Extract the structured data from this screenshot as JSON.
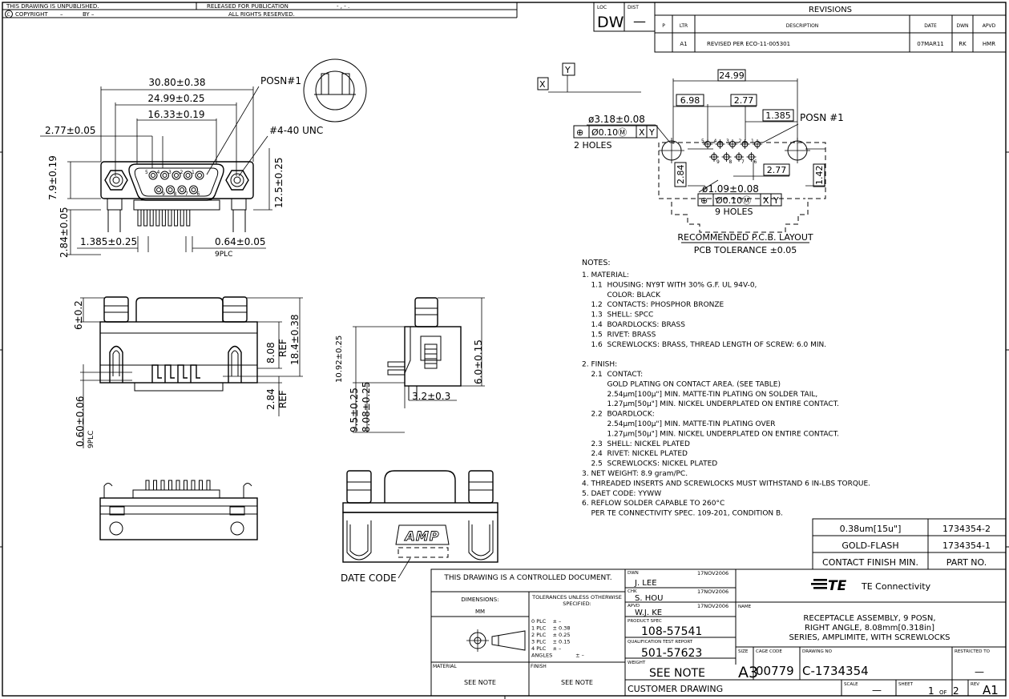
{
  "header": {
    "unpublished": "THIS DRAWING IS UNPUBLISHED.",
    "released": "RELEASED FOR PUBLICATION",
    "released_date": "- , -   .",
    "copyright": "COPYRIGHT",
    "copyright_dash": "–",
    "by": "BY –",
    "rights": "ALL RIGHTS RESERVED.",
    "loc_label": "LOC",
    "loc_value": "DW",
    "dist_label": "DIST",
    "dist_value": "—"
  },
  "revisions": {
    "title": "REVISIONS",
    "headers": {
      "p": "P",
      "ltr": "LTR",
      "desc": "DESCRIPTION",
      "date": "DATE",
      "dwn": "DWN",
      "apvd": "APVD"
    },
    "row": {
      "ltr": "A1",
      "desc": "REVISED PER ECO-11-005301",
      "date": "07MAR11",
      "dwn": "RK",
      "apvd": "HMR"
    }
  },
  "front_view": {
    "d_30_80": "30.80±0.38",
    "d_24_99": "24.99±0.25",
    "d_16_33": "16.33±0.19",
    "d_2_77": "2.77±0.05",
    "posn": "POSN#1",
    "thread": "#4-40 UNC",
    "d_7_9": "7.9±0.19",
    "d_12_5": "12.5±0.25",
    "d_2_84": "2.84±0.05",
    "d_1_385": "1.385±0.25",
    "d_0_64": "0.64±0.05",
    "plc9": "9PLC",
    "pins_top": [
      "5",
      "4",
      "3",
      "2",
      "1"
    ],
    "pins_bottom": [
      "9",
      "8",
      "7",
      "6"
    ]
  },
  "pcb_layout": {
    "x_datum": "X",
    "y_datum": "Y",
    "d_24_99": "24.99",
    "d_6_98": "6.98",
    "d_2_77a": "2.77",
    "d_1_385": "1.385",
    "posn": "POSN #1",
    "hole_dia": "ø3.18±0.08",
    "tol_symbol": "⊕",
    "tol_value": "Ø0.10Ⓜ",
    "tol_x": "X",
    "tol_y": "Y",
    "two_holes": "2 HOLES",
    "d_2_84": "2.84",
    "d_2_77b": "2.77",
    "d_1_42": "1.42",
    "small_hole": "ø1.09±0.08",
    "nine_holes": "9 HOLES",
    "caption": "RECOMMENDED P.C.B. LAYOUT",
    "tolerance": "PCB TOLERANCE ±0.05",
    "pins_top": [
      "5",
      "4",
      "3",
      "2",
      "1"
    ],
    "pins_bottom": [
      "9",
      "8",
      "7",
      "6"
    ]
  },
  "side_view": {
    "d_6_0_2": "6±0.2",
    "d_18_4": "18.4±0.38",
    "d_8_08": "8.08",
    "ref1": "REF",
    "d_2_84": "2.84",
    "ref2": "REF",
    "d_0_60": "0.60±0.06",
    "plc9": "9PLC"
  },
  "end_view": {
    "d_10_92": "10.92±0.25",
    "d_9_5": "9.5±0.25",
    "d_8_08": "8.08±0.25",
    "d_3_2": "3.2±0.3",
    "d_6_0_15": "6.0±0.15"
  },
  "bottom_view": {
    "logo": "AMP",
    "date_code": "DATE CODE"
  },
  "notes": {
    "title": "NOTES:",
    "lines": [
      "1. MATERIAL:",
      "    1.1  HOUSING: NY9T WITH 30% G.F. UL 94V-0,",
      "           COLOR: BLACK",
      "    1.2  CONTACTS: PHOSPHOR BRONZE",
      "    1.3  SHELL: SPCC",
      "    1.4  BOARDLOCKS: BRASS",
      "    1.5  RIVET: BRASS",
      "    1.6  SCREWLOCKS: BRASS, THREAD LENGTH OF SCREW: 6.0 MIN.",
      "",
      "2. FINISH:",
      "    2.1  CONTACT:",
      "           GOLD PLATING ON CONTACT AREA. (SEE TABLE)",
      "           2.54µm[100µ\"] MIN. MATTE-TIN PLATING ON SOLDER TAIL,",
      "           1.27µm[50µ\"] MIN. NICKEL UNDERPLATED ON ENTIRE CONTACT.",
      "    2.2  BOARDLOCK:",
      "           2.54µm[100µ\"] MIN. MATTE-TIN PLATING OVER",
      "           1.27µm[50µ\"] MIN. NICKEL UNDERPLATED ON ENTIRE CONTACT.",
      "    2.3  SHELL: NICKEL PLATED",
      "    2.4  RIVET: NICKEL PLATED",
      "    2.5  SCREWLOCKS: NICKEL PLATED",
      "3. NET WEIGHT: 8.9 gram/PC.",
      "4. THREADED INSERTS AND SCREWLOCKS MUST WITHSTAND 6 IN-LBS TORQUE.",
      "5. DAET CODE: YYWW",
      "6. REFLOW SOLDER CAPABLE TO 260°C",
      "    PER TE CONNECTIVITY SPEC. 109-201, CONDITION B."
    ]
  },
  "finish_table": {
    "rows": [
      {
        "finish": "0.38um[15u\"]",
        "part": "1734354-2"
      },
      {
        "finish": "GOLD-FLASH",
        "part": "1734354-1"
      },
      {
        "finish": "CONTACT FINISH MIN.",
        "part": "PART NO."
      }
    ]
  },
  "title_block": {
    "controlled": "THIS DRAWING IS A CONTROLLED DOCUMENT.",
    "dimensions_label": "DIMENSIONS:",
    "dimensions_unit": "MM",
    "tolerances_label": "TOLERANCES UNLESS OTHERWISE SPECIFIED:",
    "tol_lines": [
      "0 PLC    ± –",
      "1 PLC    ± 0.38",
      "2 PLC    ± 0.25",
      "3 PLC    ± 0.15",
      "4 PLC    ± –",
      "ANGLES              ± –"
    ],
    "material_label": "MATERIAL",
    "material_value": "SEE NOTE",
    "finish_label": "FINISH",
    "finish_value": "SEE NOTE",
    "dwn_label": "DWN",
    "dwn_name": "J. LEE",
    "dwn_date": "17NOV2006",
    "chk_label": "CHK",
    "chk_name": "S. HOU",
    "chk_date": "17NOV2006",
    "apvd_label": "APVD",
    "apvd_name": "W.J. KE",
    "apvd_date": "17NOV2006",
    "product_spec_label": "PRODUCT SPEC",
    "product_spec": "108-57541",
    "qual_label": "QUALIFICATION TEST REPORT",
    "qual_value": "501-57623",
    "weight_label": "WEIGHT",
    "weight_value": "SEE NOTE",
    "customer": "CUSTOMER DRAWING",
    "company": "TE Connectivity",
    "logo": "TE",
    "name_label": "NAME",
    "name_lines": [
      "RECEPTACLE ASSEMBLY, 9 POSN,",
      "RIGHT ANGLE, 8.08mm[0.318in]",
      "SERIES, AMPLIMITE, WITH SCREWLOCKS"
    ],
    "size_label": "SIZE",
    "size_value": "A3",
    "cage_label": "CAGE CODE",
    "cage_value": "00779",
    "dwg_label": "DRAWING NO",
    "dwg_value": "C-1734354",
    "restricted_label": "RESTRICTED TO",
    "restricted_value": "—",
    "scale_label": "SCALE",
    "scale_value": "—",
    "sheet_label": "SHEET",
    "sheet_value": "1",
    "sheet_of": "OF",
    "sheet_total": "2",
    "rev_label": "REV",
    "rev_value": "A1"
  }
}
